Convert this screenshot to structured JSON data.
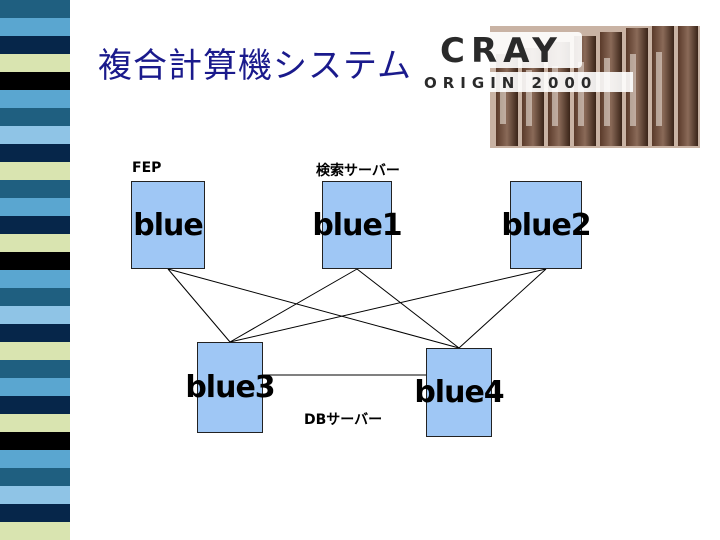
{
  "slide": {
    "title": "複合計算機システム",
    "accent_strip_colors": [
      "#1f5f80",
      "#5aa6d0",
      "#06264a",
      "#d9e4b0",
      "#000000",
      "#5aa6d0",
      "#1f5f80",
      "#8fc4e6",
      "#06264a",
      "#d9e4b0"
    ]
  },
  "logo": {
    "brand": "CRAY",
    "product": "ORIGIN 2000"
  },
  "diagram": {
    "nodes": [
      {
        "id": "blue",
        "label": "blue",
        "caption": "FEP"
      },
      {
        "id": "blue1",
        "label": "blue1",
        "caption": "検索サーバー"
      },
      {
        "id": "blue2",
        "label": "blue2",
        "caption": ""
      },
      {
        "id": "blue3",
        "label": "blue3",
        "caption": ""
      },
      {
        "id": "blue4",
        "label": "blue4",
        "caption": ""
      }
    ],
    "db_caption": "DBサーバー",
    "edges": [
      [
        "blue",
        "blue3"
      ],
      [
        "blue",
        "blue4"
      ],
      [
        "blue1",
        "blue3"
      ],
      [
        "blue1",
        "blue4"
      ],
      [
        "blue2",
        "blue3"
      ],
      [
        "blue2",
        "blue4"
      ],
      [
        "blue3",
        "blue4"
      ]
    ],
    "node_fill": "#9fc7f5"
  }
}
